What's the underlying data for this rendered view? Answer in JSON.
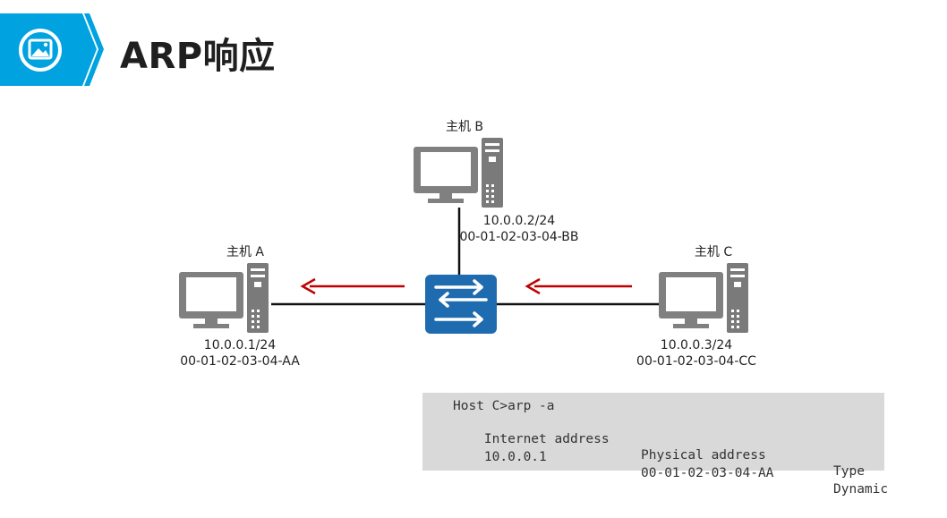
{
  "title": "ARP响应",
  "title_banner": {
    "icon": "image-icon",
    "color": "#00a3e0"
  },
  "hosts": {
    "a": {
      "name": "主机 A",
      "ip": "10.0.0.1/24",
      "mac": "00-01-02-03-04-AA"
    },
    "b": {
      "name": "主机 B",
      "ip": "10.0.0.2/24",
      "mac": "00-01-02-03-04-BB"
    },
    "c": {
      "name": "主机 C",
      "ip": "10.0.0.3/24",
      "mac": "00-01-02-03-04-CC"
    }
  },
  "switch": {
    "icon": "switch-icon",
    "color": "#1e6bb0"
  },
  "arrows": {
    "color": "#c00000"
  },
  "arp_table": {
    "command": "Host C>arp -a",
    "headers": [
      "Internet address",
      "Physical address",
      "Type"
    ],
    "rows": [
      [
        "10.0.0.1",
        "00-01-02-03-04-AA",
        "Dynamic"
      ]
    ]
  }
}
